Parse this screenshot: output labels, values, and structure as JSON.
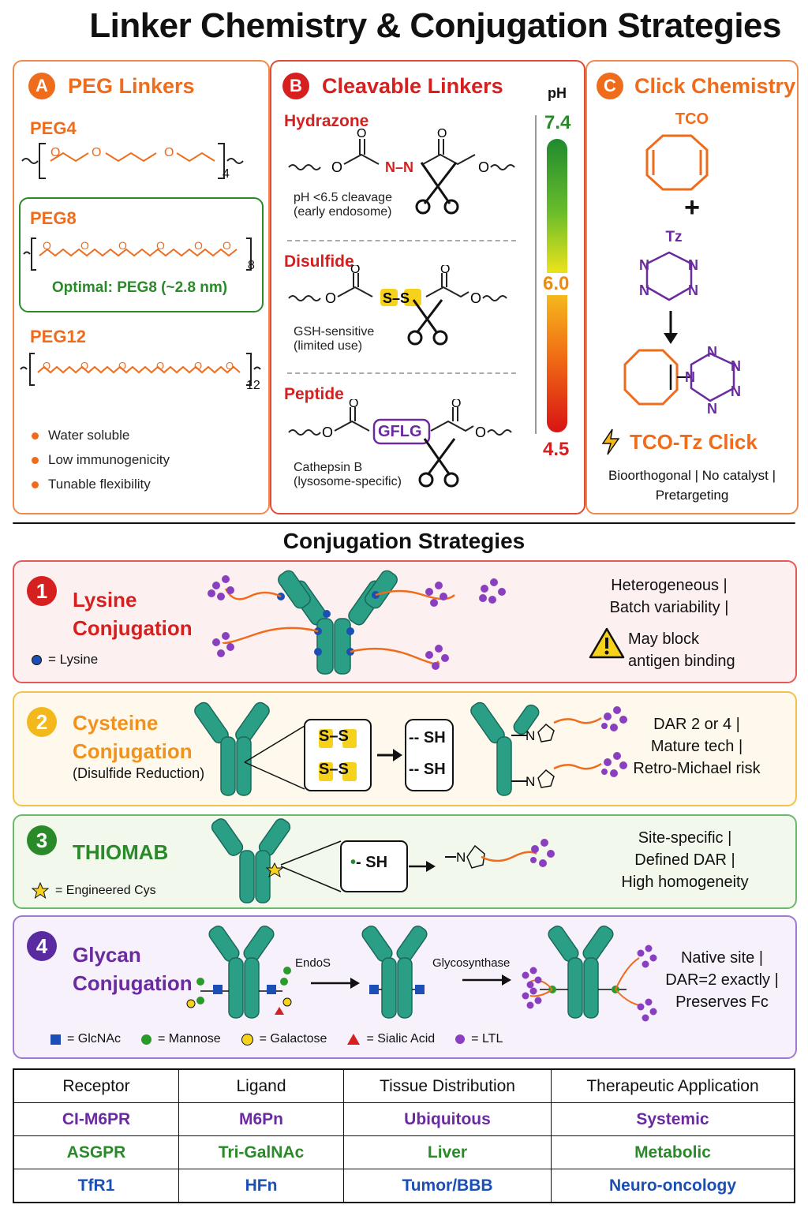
{
  "title": "Linker Chemistry & Conjugation Strategies",
  "panelA": {
    "badge": "A",
    "title": "PEG Linkers",
    "peg4": "PEG4",
    "peg4_sub": "4",
    "peg8": "PEG8",
    "peg8_sub": "8",
    "peg8_note": "Optimal: PEG8 (~2.8 nm)",
    "peg12": "PEG12",
    "peg12_sub": "12",
    "bullets": [
      "Water soluble",
      "Low immunogenicity",
      "Tunable flexibility"
    ]
  },
  "panelB": {
    "badge": "B",
    "title": "Cleavable Linkers",
    "ph_label": "pH",
    "ph_top": "7.4",
    "ph_mid": "6.0",
    "ph_bot": "4.5",
    "hydrazone": "Hydrazone",
    "hydrazone_note1": "pH <6.5 cleavage",
    "hydrazone_note2": "(early endosome)",
    "disulfide": "Disulfide",
    "disulfide_note1": "GSH-sensitive",
    "disulfide_note2": "(limited use)",
    "peptide": "Peptide",
    "peptide_seq": "GFLG",
    "peptide_note1": "Cathepsin B",
    "peptide_note2": "(lysosome-specific)"
  },
  "panelC": {
    "badge": "C",
    "title": "Click Chemistry",
    "tco": "TCO",
    "tz": "Tz",
    "click": "TCO-Tz Click",
    "note1": "Bioorthogonal | No catalyst |",
    "note2": "Pretargeting"
  },
  "conj_title": "Conjugation Strategies",
  "strategies": [
    {
      "num": "1",
      "name1": "Lysine",
      "name2": "Conjugation",
      "legend": "= Lysine",
      "notes": [
        "Heterogeneous |",
        "Batch variability |",
        "May block",
        "antigen binding"
      ]
    },
    {
      "num": "2",
      "name1": "Cysteine",
      "name2": "Conjugation",
      "sub": "(Disulfide Reduction)",
      "ss": "S–S",
      "sh": "SH",
      "notes": [
        "DAR 2 or 4 |",
        "Mature tech |",
        "Retro-Michael risk"
      ]
    },
    {
      "num": "3",
      "name1": "THIOMAB",
      "legend": "= Engineered Cys",
      "sh": "SH",
      "notes": [
        "Site-specific |",
        "Defined DAR |",
        "High homogeneity"
      ]
    },
    {
      "num": "4",
      "name1": "Glycan",
      "name2": "Conjugation",
      "enzyme1": "EndoS",
      "enzyme2": "Glycosynthase",
      "notes": [
        "Native site |",
        "DAR=2 exactly |",
        "Preserves Fc"
      ],
      "legend": [
        "= GlcNAc",
        "= Mannose",
        "= Galactose",
        "= Sialic Acid",
        "= LTL"
      ]
    }
  ],
  "table": {
    "headers": [
      "Receptor",
      "Ligand",
      "Tissue Distribution",
      "Therapeutic Application"
    ],
    "rows": [
      [
        "CI-M6PR",
        "M6Pn",
        "Ubiquitous",
        "Systemic"
      ],
      [
        "ASGPR",
        "Tri-GalNAc",
        "Liver",
        "Metabolic"
      ],
      [
        "TfR1",
        "HFn",
        "Tumor/BBB",
        "Neuro-oncology"
      ]
    ],
    "row_colors": [
      "#6a2aa0",
      "#2a8a2a",
      "#1b4fb5"
    ]
  },
  "colors": {
    "orange": "#ee6c1c",
    "red": "#d62020",
    "green": "#2a8a2a",
    "purple": "#6a2aa0",
    "teal": "#2b9e86",
    "blue": "#1b4fb5",
    "yellow": "#f2b81c"
  }
}
